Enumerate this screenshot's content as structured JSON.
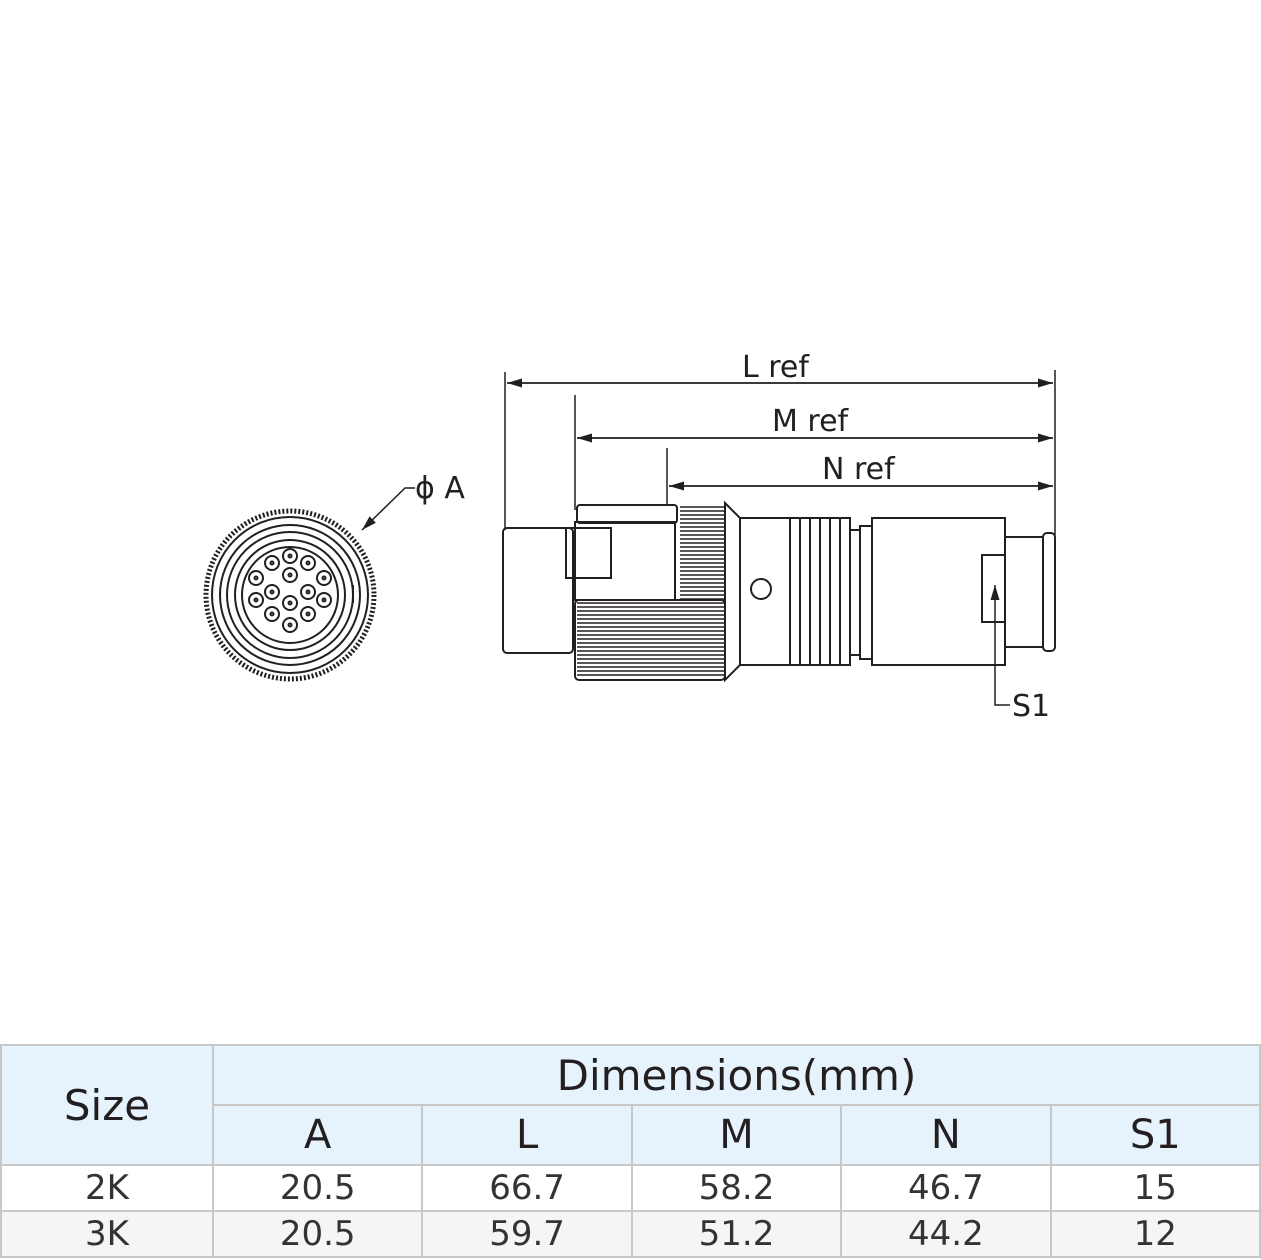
{
  "drawing": {
    "labels": {
      "phi_a": "ϕ A",
      "l_ref": "L ref",
      "m_ref": "M ref",
      "n_ref": "N ref",
      "s1": "S1"
    }
  },
  "table": {
    "size_header": "Size",
    "group_header": "Dimensions(mm)",
    "columns": [
      "A",
      "L",
      "M",
      "N",
      "S1"
    ],
    "rows": [
      {
        "size": "2K",
        "values": [
          "20.5",
          "66.7",
          "58.2",
          "46.7",
          "15"
        ]
      },
      {
        "size": "3K",
        "values": [
          "20.5",
          "59.7",
          "51.2",
          "44.2",
          "12"
        ]
      }
    ]
  }
}
